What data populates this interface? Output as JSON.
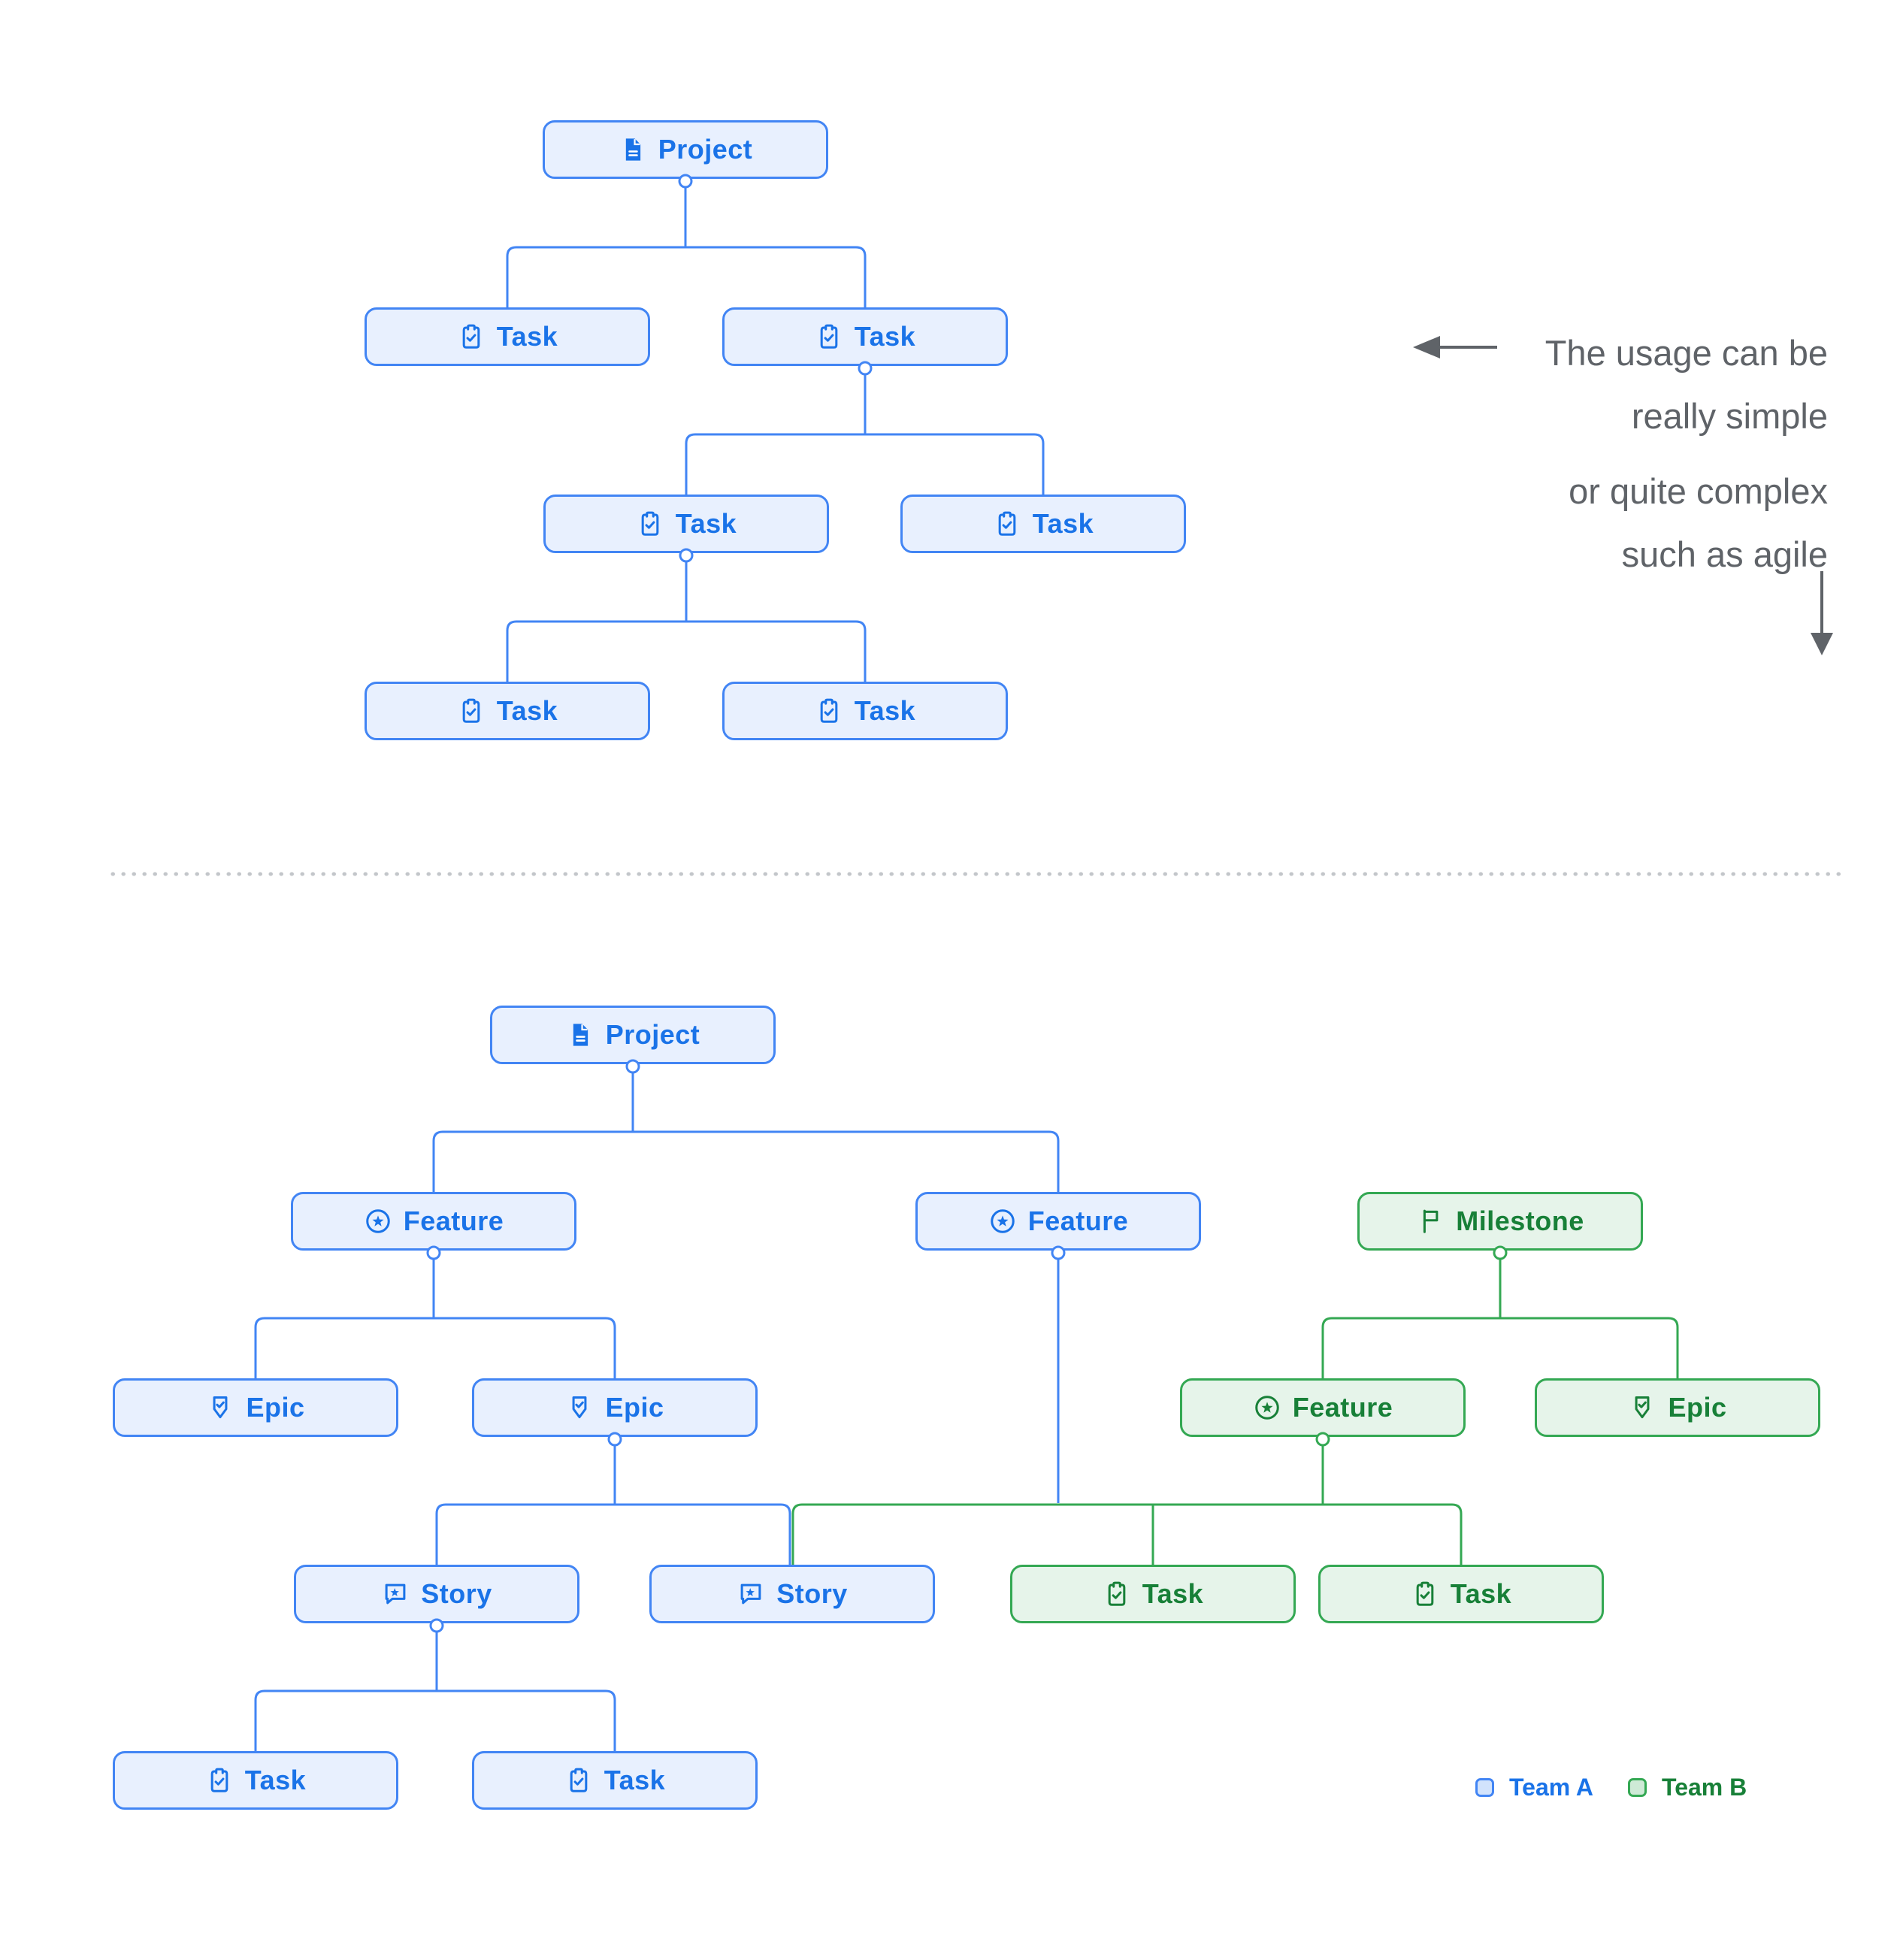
{
  "colors": {
    "team_a_border": "#4285f4",
    "team_a_fill": "#e8f0fe",
    "team_a_text": "#1a73e8",
    "team_b_border": "#34a853",
    "team_b_fill": "#e6f4ea",
    "team_b_text": "#188038",
    "annotation_text": "#5f6368",
    "divider_dots": "#c3c6ca"
  },
  "annotation": {
    "line1": "The usage can be",
    "line2": "really simple",
    "line3": "or quite complex",
    "line4": "such as agile"
  },
  "legend": {
    "team_a_label": "Team A",
    "team_b_label": "Team B"
  },
  "diagram_simple": {
    "nodes": [
      {
        "id": "project",
        "label": "Project",
        "icon": "project-icon",
        "team": "A"
      },
      {
        "id": "task-1",
        "label": "Task",
        "icon": "task-icon",
        "team": "A"
      },
      {
        "id": "task-2",
        "label": "Task",
        "icon": "task-icon",
        "team": "A"
      },
      {
        "id": "task-3",
        "label": "Task",
        "icon": "task-icon",
        "team": "A"
      },
      {
        "id": "task-4",
        "label": "Task",
        "icon": "task-icon",
        "team": "A"
      },
      {
        "id": "task-5",
        "label": "Task",
        "icon": "task-icon",
        "team": "A"
      },
      {
        "id": "task-6",
        "label": "Task",
        "icon": "task-icon",
        "team": "A"
      }
    ]
  },
  "diagram_complex": {
    "nodes": [
      {
        "id": "project",
        "label": "Project",
        "icon": "project-icon",
        "team": "A"
      },
      {
        "id": "feature-1",
        "label": "Feature",
        "icon": "feature-icon",
        "team": "A"
      },
      {
        "id": "feature-2",
        "label": "Feature",
        "icon": "feature-icon",
        "team": "A"
      },
      {
        "id": "milestone",
        "label": "Milestone",
        "icon": "milestone-icon",
        "team": "B"
      },
      {
        "id": "epic-1",
        "label": "Epic",
        "icon": "epic-icon",
        "team": "A"
      },
      {
        "id": "epic-2",
        "label": "Epic",
        "icon": "epic-icon",
        "team": "A"
      },
      {
        "id": "feature-3",
        "label": "Feature",
        "icon": "feature-icon",
        "team": "B"
      },
      {
        "id": "epic-3",
        "label": "Epic",
        "icon": "epic-icon",
        "team": "B"
      },
      {
        "id": "story-1",
        "label": "Story",
        "icon": "story-icon",
        "team": "A"
      },
      {
        "id": "story-2",
        "label": "Story",
        "icon": "story-icon",
        "team": "A"
      },
      {
        "id": "task-g1",
        "label": "Task",
        "icon": "task-icon",
        "team": "B"
      },
      {
        "id": "task-g2",
        "label": "Task",
        "icon": "task-icon",
        "team": "B"
      },
      {
        "id": "task-b1",
        "label": "Task",
        "icon": "task-icon",
        "team": "A"
      },
      {
        "id": "task-b2",
        "label": "Task",
        "icon": "task-icon",
        "team": "A"
      }
    ]
  }
}
